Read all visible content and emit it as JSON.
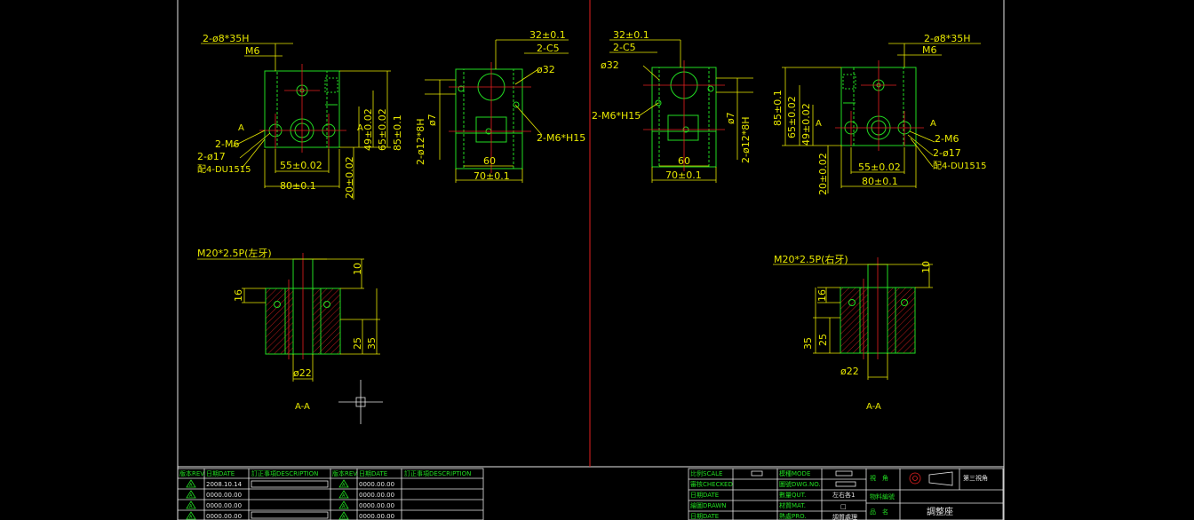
{
  "drawing": {
    "left_view": {
      "dims": {
        "holes": "2-ø8*35H",
        "thread": "M6",
        "width_80": "80±0.1",
        "hole_spacing_55": "55±0.02",
        "height_85": "85±0.1",
        "height_65": "65±0.02",
        "height_49": "49±0.02",
        "offset_20": "20±0.02",
        "bolt": "2-M6",
        "bore": "2-ø17",
        "bushing": "配4-DU1515",
        "section_mark": "A"
      }
    },
    "left_side_view": {
      "dims": {
        "top_32": "32±0.1",
        "chamfer": "2-C5",
        "dia_32": "ø32",
        "dia_12": "2-ø12*8H",
        "dia_7": "ø7",
        "width_60": "60",
        "width_70": "70±0.1",
        "tap": "2-M6*H15"
      }
    },
    "right_side_view": {
      "dims": {
        "top_32": "32±0.1",
        "chamfer": "2-C5",
        "dia_32": "ø32",
        "tap": "2-M6*H15",
        "dia_7": "ø7",
        "dia_12": "2-ø12*8H",
        "width_60": "60",
        "width_70": "70±0.1"
      }
    },
    "right_view": {
      "dims": {
        "holes": "2-ø8*35H",
        "thread": "M6",
        "height_85": "85±0.1",
        "height_65": "65±0.02",
        "height_49": "49±0.02",
        "offset_20": "20±0.02",
        "hole_spacing_55": "55±0.02",
        "width_80": "80±0.1",
        "bolt": "2-M6",
        "bore": "2-ø17",
        "bushing": "配4-DU1515",
        "section_mark": "A"
      }
    },
    "left_section": {
      "thread": "M20*2.5P(左牙)",
      "d10": "10",
      "d16": "16",
      "d25": "25",
      "d35": "35",
      "dia22": "ø22",
      "label": "A-A"
    },
    "right_section": {
      "thread": "M20*2.5P(右牙)",
      "d10": "10",
      "d16": "16",
      "d25": "25",
      "d35": "35",
      "dia22": "ø22",
      "label": "A-A"
    }
  },
  "revision_table": {
    "headers": [
      "版本REV.",
      "日期DATE",
      "訂正事項DESCRIPTION",
      "版本REV.",
      "日期DATE",
      "訂正事項DESCRIPTION"
    ],
    "rows": [
      [
        "A",
        "2008.10.14",
        "",
        "A",
        "0000.00.00",
        ""
      ],
      [
        "A",
        "0000.00.00",
        "",
        "A",
        "0000.00.00",
        ""
      ],
      [
        "A",
        "0000.00.00",
        "",
        "A",
        "0000.00.00",
        ""
      ],
      [
        "A",
        "0000.00.00",
        "",
        "A",
        "0000.00.00",
        ""
      ]
    ]
  },
  "title_block": {
    "scale_label": "比例SCALE",
    "checked_label": "審核CHECKED",
    "date_label": "日期DATE",
    "drawn_label": "繪圖DRAWN",
    "date2_label": "日期DATE",
    "mode_label": "模種MODE",
    "dwgno_label": "圖號DWG.NO.",
    "qty_label": "數量QUT.",
    "mat_label": "材質MAT.",
    "proc_label": "熱處PRO.",
    "qty_value": "左右各1",
    "mat_value": "□",
    "proc_value": "調質處理",
    "view_label": "視　角",
    "view_value": "第三視角",
    "part_no_label": "物料編號",
    "name_label": "品　名",
    "part_name": "調整座"
  }
}
